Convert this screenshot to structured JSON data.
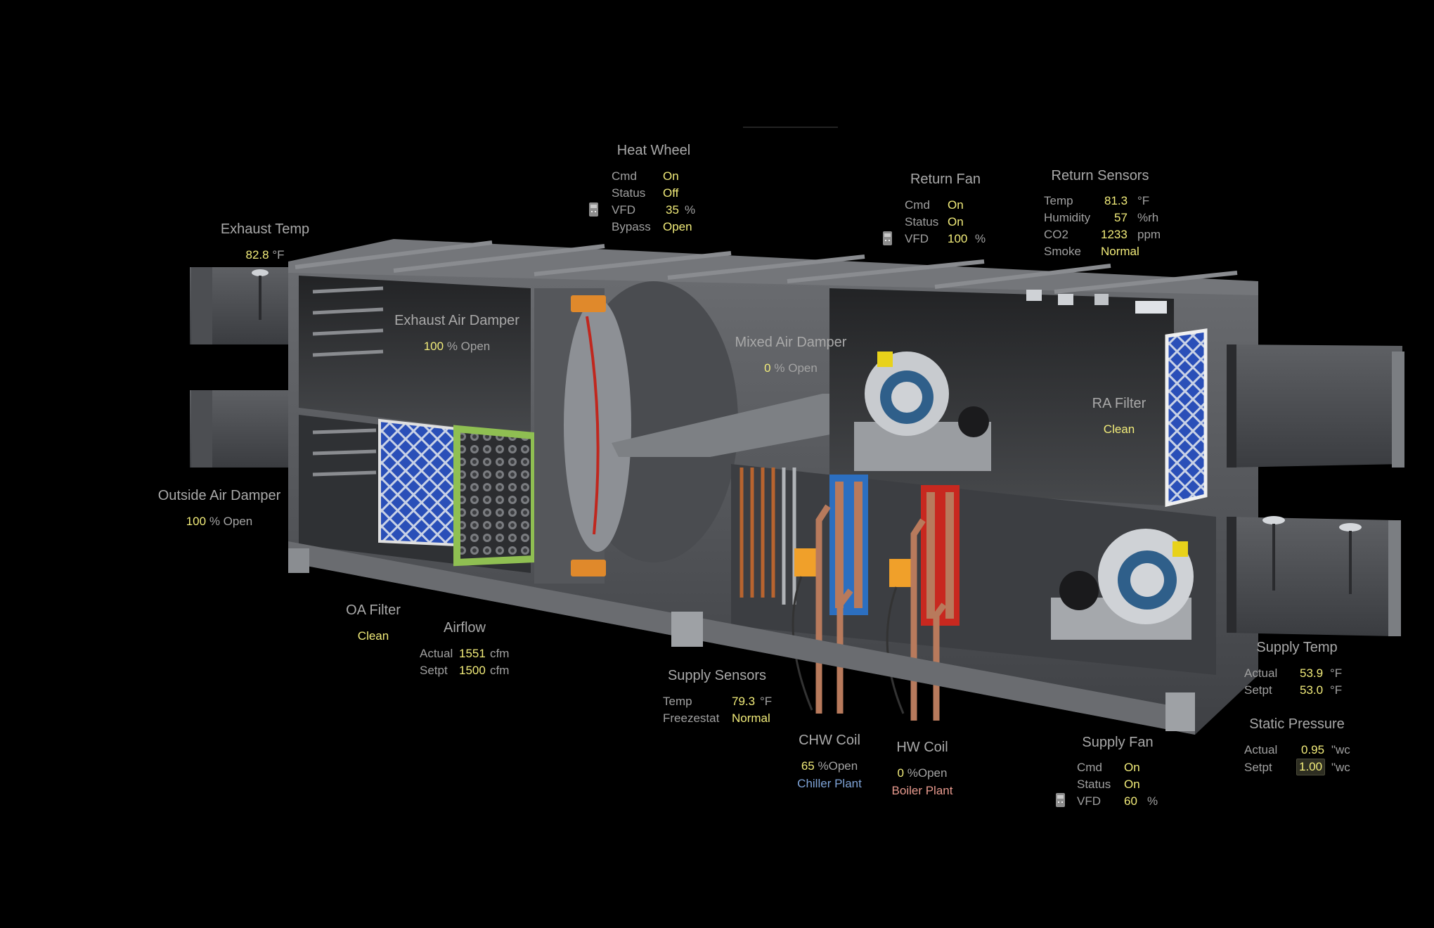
{
  "colors": {
    "background": "#000000",
    "label": "#a6a6a6",
    "value": "#f2ec7a",
    "chiller_link": "#7fa4d8",
    "boiler_link": "#e89a8e",
    "casing": "#5a5c60"
  },
  "exhaust_temp": {
    "title": "Exhaust Temp",
    "value": "82.8",
    "unit": "°F"
  },
  "exhaust_air_damper": {
    "title": "Exhaust Air Damper",
    "value": "100",
    "unit": "% Open"
  },
  "outside_air_damper": {
    "title": "Outside Air Damper",
    "value": "100",
    "unit": "% Open"
  },
  "heat_wheel": {
    "title": "Heat Wheel",
    "icon": "vfd-icon",
    "rows": [
      {
        "label": "Cmd",
        "value": "On",
        "unit": ""
      },
      {
        "label": "Status",
        "value": "Off",
        "unit": ""
      },
      {
        "label": "VFD",
        "value": "35",
        "unit": "%"
      },
      {
        "label": "Bypass",
        "value": "Open",
        "unit": ""
      }
    ]
  },
  "mixed_air_damper": {
    "title": "Mixed Air Damper",
    "value": "0",
    "unit": "% Open"
  },
  "return_fan": {
    "title": "Return Fan",
    "icon": "vfd-icon",
    "rows": [
      {
        "label": "Cmd",
        "value": "On",
        "unit": ""
      },
      {
        "label": "Status",
        "value": "On",
        "unit": ""
      },
      {
        "label": "VFD",
        "value": "100",
        "unit": "%"
      }
    ]
  },
  "return_sensors": {
    "title": "Return Sensors",
    "rows": [
      {
        "label": "Temp",
        "value": "81.3",
        "unit": "°F"
      },
      {
        "label": "Humidity",
        "value": "57",
        "unit": "%rh"
      },
      {
        "label": "CO2",
        "value": "1233",
        "unit": "ppm"
      },
      {
        "label": "Smoke",
        "value": "Normal",
        "unit": ""
      }
    ]
  },
  "ra_filter": {
    "title": "RA Filter",
    "value": "Clean"
  },
  "oa_filter": {
    "title": "OA Filter",
    "value": "Clean"
  },
  "airflow": {
    "title": "Airflow",
    "rows": [
      {
        "label": "Actual",
        "value": "1551",
        "unit": "cfm"
      },
      {
        "label": "Setpt",
        "value": "1500",
        "unit": "cfm"
      }
    ]
  },
  "supply_sensors": {
    "title": "Supply Sensors",
    "rows": [
      {
        "label": "Temp",
        "value": "79.3",
        "unit": "°F"
      },
      {
        "label": "Freezestat",
        "value": "Normal",
        "unit": ""
      }
    ]
  },
  "chw_coil": {
    "title": "CHW Coil",
    "value": "65",
    "unit": "%Open",
    "link": "Chiller Plant"
  },
  "hw_coil": {
    "title": "HW Coil",
    "value": "0",
    "unit": "%Open",
    "link": "Boiler Plant"
  },
  "supply_fan": {
    "title": "Supply Fan",
    "icon": "vfd-icon",
    "rows": [
      {
        "label": "Cmd",
        "value": "On",
        "unit": ""
      },
      {
        "label": "Status",
        "value": "On",
        "unit": ""
      },
      {
        "label": "VFD",
        "value": "60",
        "unit": "%"
      }
    ]
  },
  "supply_temp": {
    "title": "Supply Temp",
    "rows": [
      {
        "label": "Actual",
        "value": "53.9",
        "unit": "°F"
      },
      {
        "label": "Setpt",
        "value": "53.0",
        "unit": "°F"
      }
    ]
  },
  "static_pressure": {
    "title": "Static Pressure",
    "rows": [
      {
        "label": "Actual",
        "value": "0.95",
        "unit": "\"wc"
      },
      {
        "label": "Setpt",
        "value": "1.00",
        "unit": "\"wc"
      }
    ]
  }
}
